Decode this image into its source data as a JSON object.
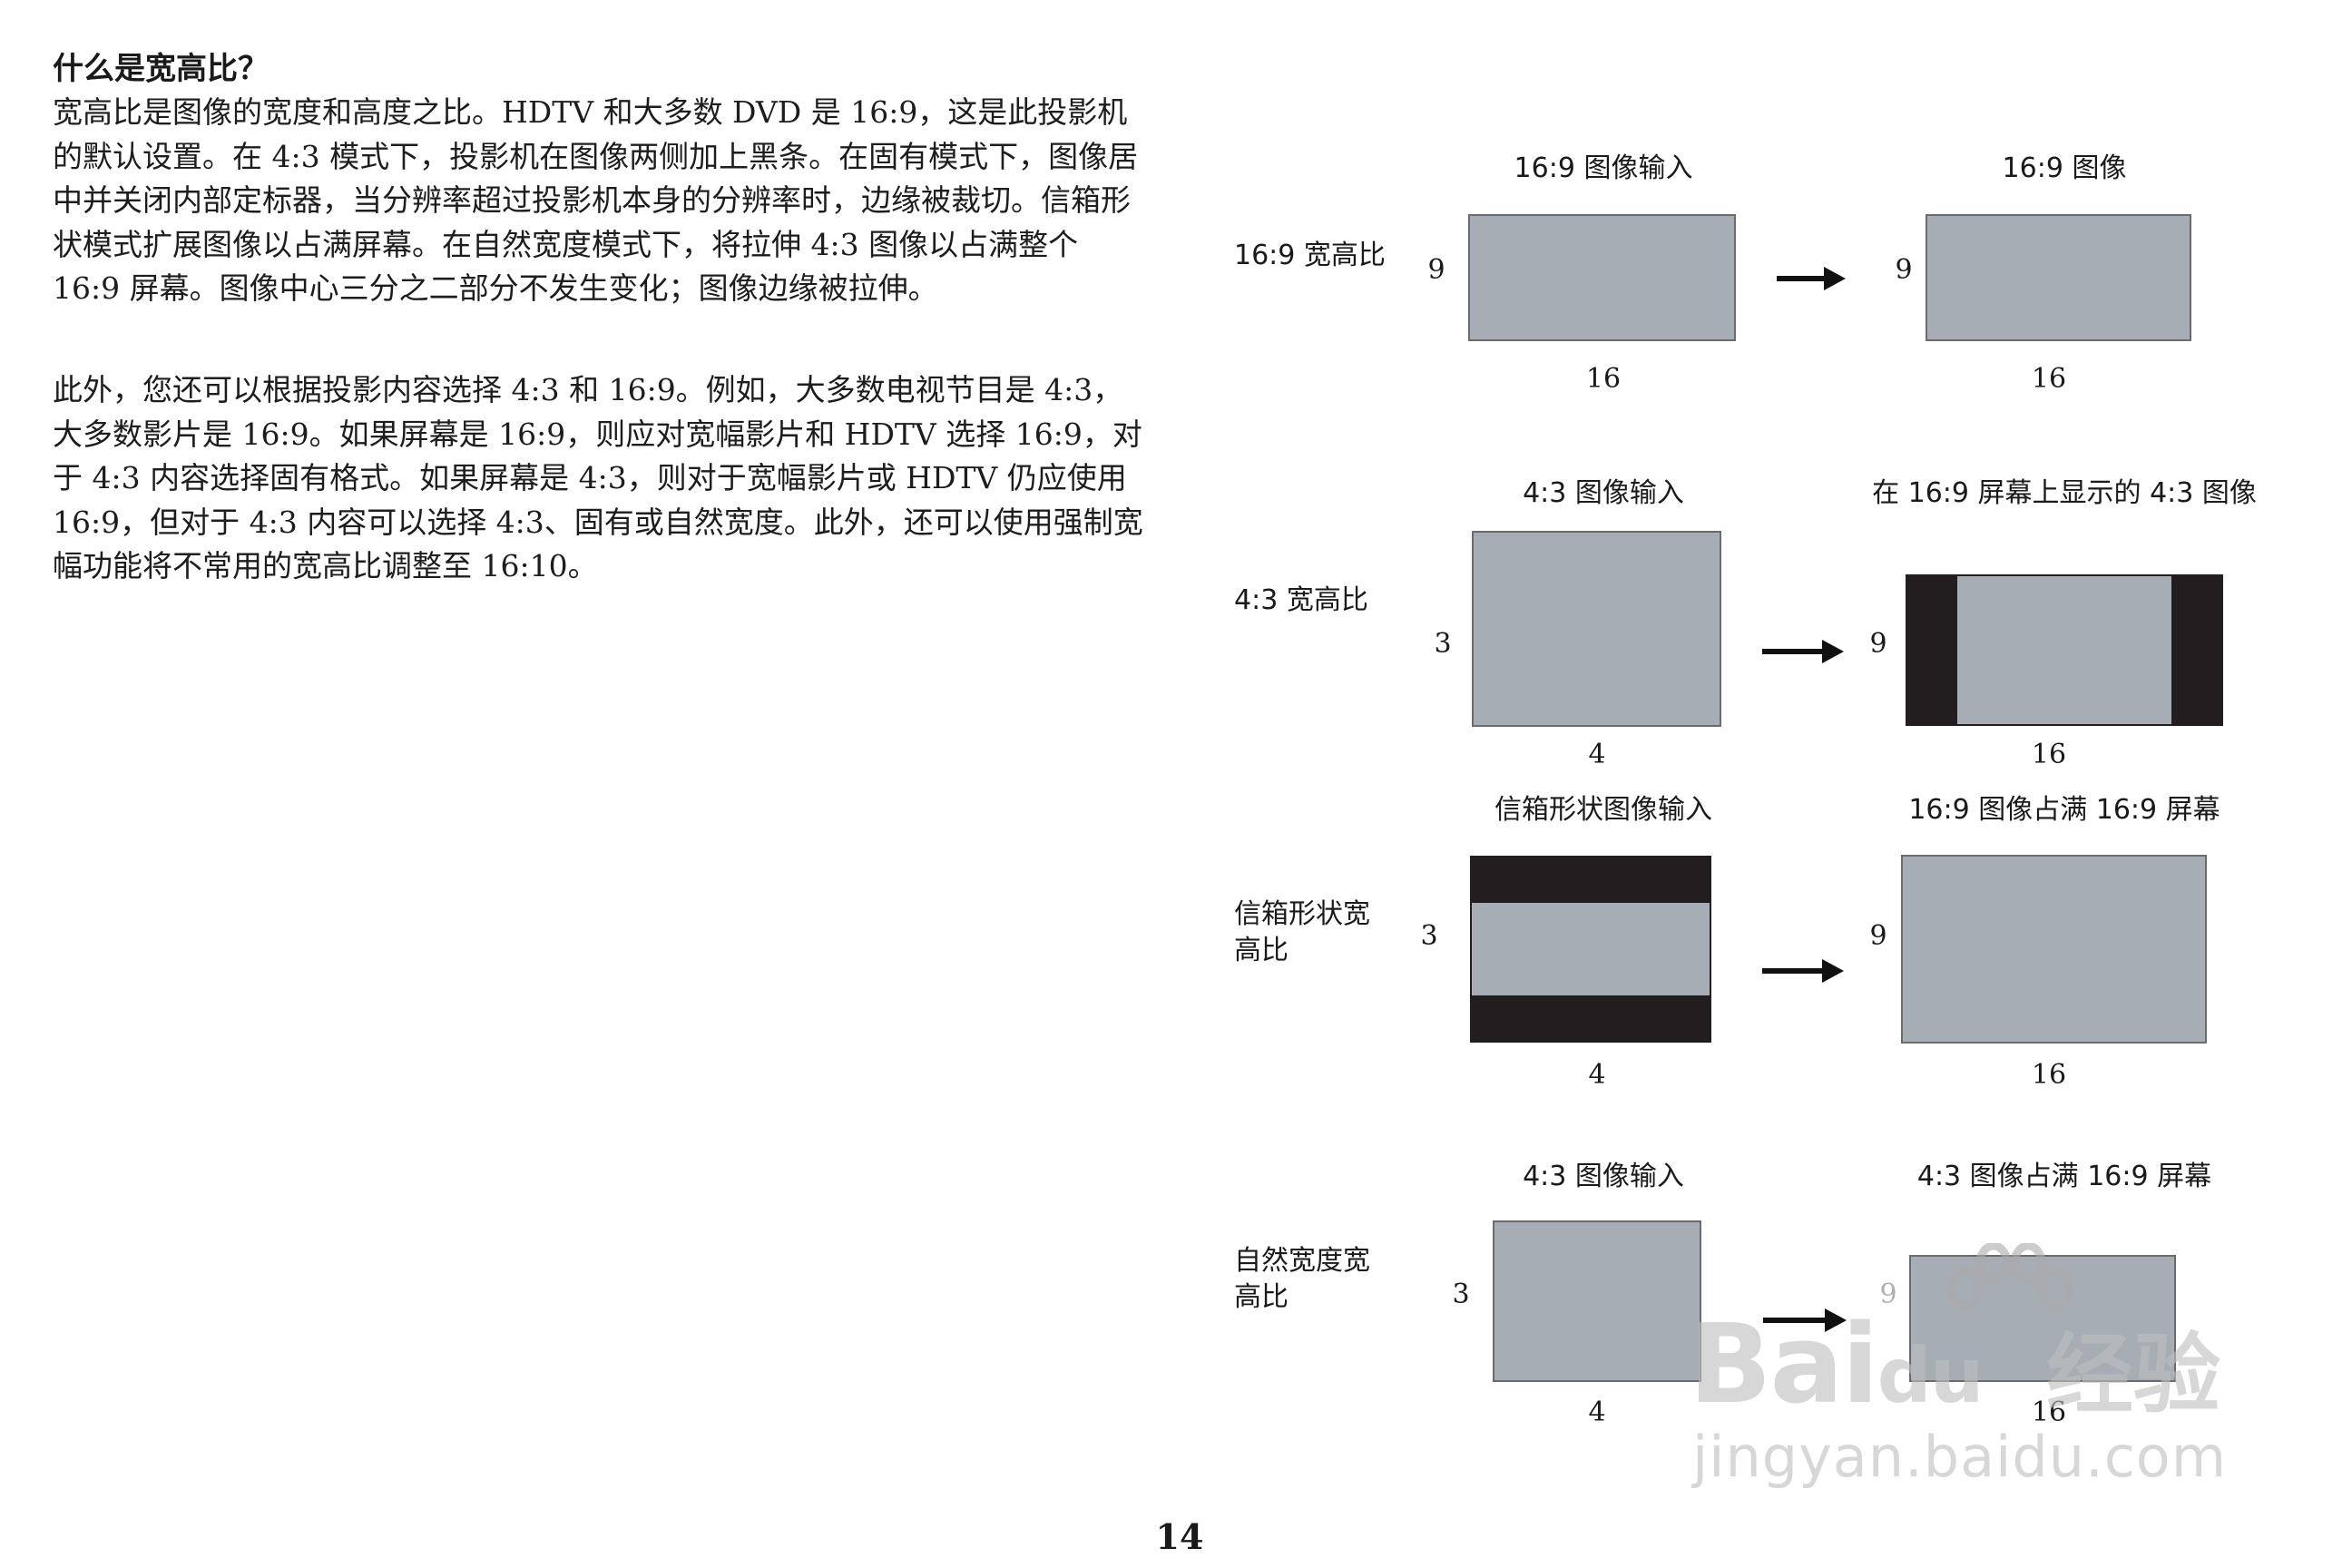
{
  "colors": {
    "image_gray": "#a7adb4",
    "black_bar": "#221e1f",
    "text": "#1a1a1a",
    "watermark": "#bdbdbd"
  },
  "heading": "什么是宽高比？",
  "paragraphs": [
    "宽高比是图像的宽度和高度之比。HDTV 和大多数 DVD 是 16:9，这是此投影机的默认设置。在 4:3 模式下，投影机在图像两侧加上黑条。在固有模式下，图像居中并关闭内部定标器，当分辨率超过投影机本身的分辨率时，边缘被裁切。信箱形状模式扩展图像以占满屏幕。在自然宽度模式下，将拉伸 4:3 图像以占满整个 16:9 屏幕。图像中心三分之二部分不发生变化；图像边缘被拉伸。",
    "此外，您还可以根据投影内容选择 4:3 和 16:9。例如，大多数电视节目是 4:3，大多数影片是 16:9。如果屏幕是 16:9，则应对宽幅影片和 HDTV 选择 16:9，对于 4:3 内容选择固有格式。如果屏幕是 4:3，则对于宽幅影片或 HDTV 仍应使用 16:9，但对于 4:3 内容可以选择 4:3、固有或自然宽度。此外，还可以使用强制宽幅功能将不常用的宽高比调整至 16:10。"
  ],
  "rows": [
    {
      "label": "16:9 宽高比",
      "input_caption": "16:9 图像输入",
      "input_h": "9",
      "input_w": "16",
      "output_caption": "16:9 图像",
      "output_h": "9",
      "output_w": "16"
    },
    {
      "label": "4:3 宽高比",
      "input_caption": "4:3 图像输入",
      "input_h": "3",
      "input_w": "4",
      "output_caption": "在 16:9 屏幕上显示的 4:3 图像",
      "output_h": "9",
      "output_w": "16"
    },
    {
      "label": "信箱形状宽\n高比",
      "input_caption": "信箱形状图像输入",
      "input_h": "3",
      "input_w": "4",
      "output_caption": "16:9 图像占满 16:9 屏幕",
      "output_h": "9",
      "output_w": "16"
    },
    {
      "label": "自然宽度宽\n高比",
      "input_caption": "4:3 图像输入",
      "input_h": "3",
      "input_w": "4",
      "output_caption": "4:3 图像占满 16:9 屏幕",
      "output_h": "9",
      "output_w": "16"
    }
  ],
  "page_number": "14",
  "watermark": {
    "brand": "Bai",
    "brand_du": "du",
    "brand_cn": "经验",
    "url": "jingyan.baidu.com"
  }
}
